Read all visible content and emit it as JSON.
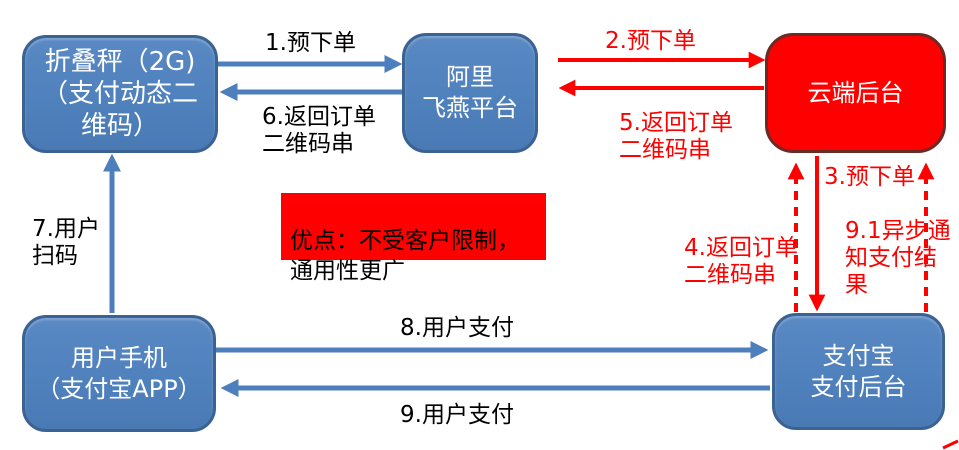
{
  "colors": {
    "node_blue_fill": "#4F81BD",
    "node_blue_border": "#3A6292",
    "node_red_fill": "#FE0000",
    "node_red_border": "#6B2A23",
    "arrow_blue": "#4C7FBC",
    "arrow_red": "#FE0000",
    "label_black": "#000000",
    "label_red": "#FE0000",
    "node_text": "#FFFFFF",
    "note_text": "#000000"
  },
  "nodes": {
    "scale": {
      "label": "折叠秤（2G)\n（支付动态二\n维码）"
    },
    "feiyan": {
      "label": "阿里\n飞燕平台"
    },
    "cloud": {
      "label": "云端后台"
    },
    "phone": {
      "label": "用户手机\n（支付宝APP）"
    },
    "alipay": {
      "label": "支付宝\n支付后台"
    }
  },
  "note": {
    "label": "优点：不受客户限制，\n通用性更广"
  },
  "edges": {
    "e1": {
      "label": "1.预下单",
      "from": "scale",
      "to": "feiyan",
      "style": "solid",
      "color": "blue"
    },
    "e2": {
      "label": "2.预下单",
      "from": "feiyan",
      "to": "cloud",
      "style": "solid",
      "color": "red"
    },
    "e3": {
      "label": "3.预下单",
      "from": "cloud",
      "to": "alipay",
      "style": "solid",
      "color": "red"
    },
    "e4": {
      "label": "4.返回订单\n二维码串",
      "from": "alipay",
      "to": "cloud",
      "style": "dashed",
      "color": "red"
    },
    "e5": {
      "label": "5.返回订单\n二维码串",
      "from": "cloud",
      "to": "feiyan",
      "style": "solid",
      "color": "red"
    },
    "e6": {
      "label": "6.返回订单\n二维码串",
      "from": "feiyan",
      "to": "scale",
      "style": "solid",
      "color": "blue"
    },
    "e7": {
      "label": "7.用户\n扫码",
      "from": "phone",
      "to": "scale",
      "style": "solid",
      "color": "blue"
    },
    "e8": {
      "label": "8.用户支付",
      "from": "phone",
      "to": "alipay",
      "style": "solid",
      "color": "blue"
    },
    "e9": {
      "label": "9.用户支付",
      "from": "alipay",
      "to": "phone",
      "style": "solid",
      "color": "blue"
    },
    "e91": {
      "label": "9.1异步通\n知支付结\n果",
      "from": "alipay",
      "to": "cloud",
      "style": "dashed",
      "color": "red"
    }
  }
}
